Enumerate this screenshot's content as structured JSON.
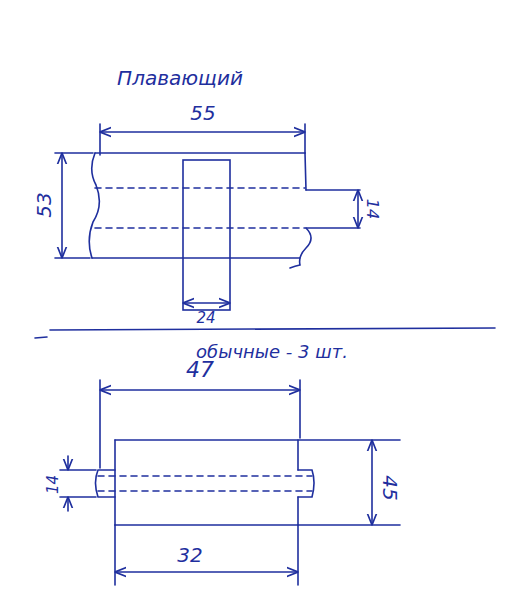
{
  "diagram": {
    "labels": [
      "Плавающий",
      "55",
      "53",
      "14",
      "24",
      "обычные - 3 шт.",
      "47",
      "45",
      "14",
      "32"
    ]
  }
}
